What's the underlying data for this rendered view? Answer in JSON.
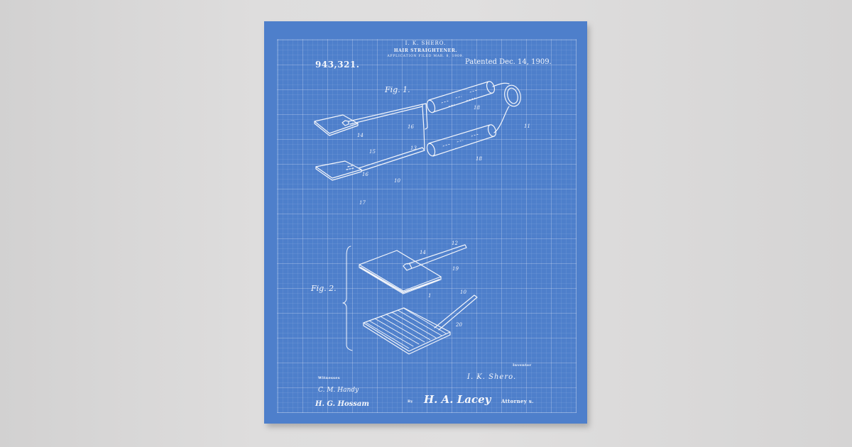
{
  "poster": {
    "background_color": "#4e7fcb",
    "line_color": "#f4f6fb",
    "header": {
      "inventor": "I. K. SHERO.",
      "title": "HAIR STRAIGHTENER.",
      "filed": "APPLICATION FILED MAR. 8, 1909.",
      "patent_number": "943,321.",
      "patent_date": "Patented Dec. 14, 1909."
    },
    "figures": [
      {
        "label": "Fig. 1.",
        "reference_numbers": [
          "14",
          "15",
          "16",
          "17",
          "18",
          "18",
          "10",
          "11",
          "13",
          "16"
        ]
      },
      {
        "label": "Fig. 2.",
        "reference_numbers": [
          "12",
          "14",
          "19",
          "1",
          "10",
          "20"
        ]
      }
    ],
    "footer": {
      "witnesses_label": "Witnesses",
      "witness_1": "C. M. Handy",
      "witness_2": "H. G. Hossam",
      "inventor_label": "Inventor",
      "inventor_signature": "I. K. Shero.",
      "by_label": "By",
      "attorney_signature": "H. A. Lacey",
      "attorney_label": "Attorney s."
    }
  }
}
